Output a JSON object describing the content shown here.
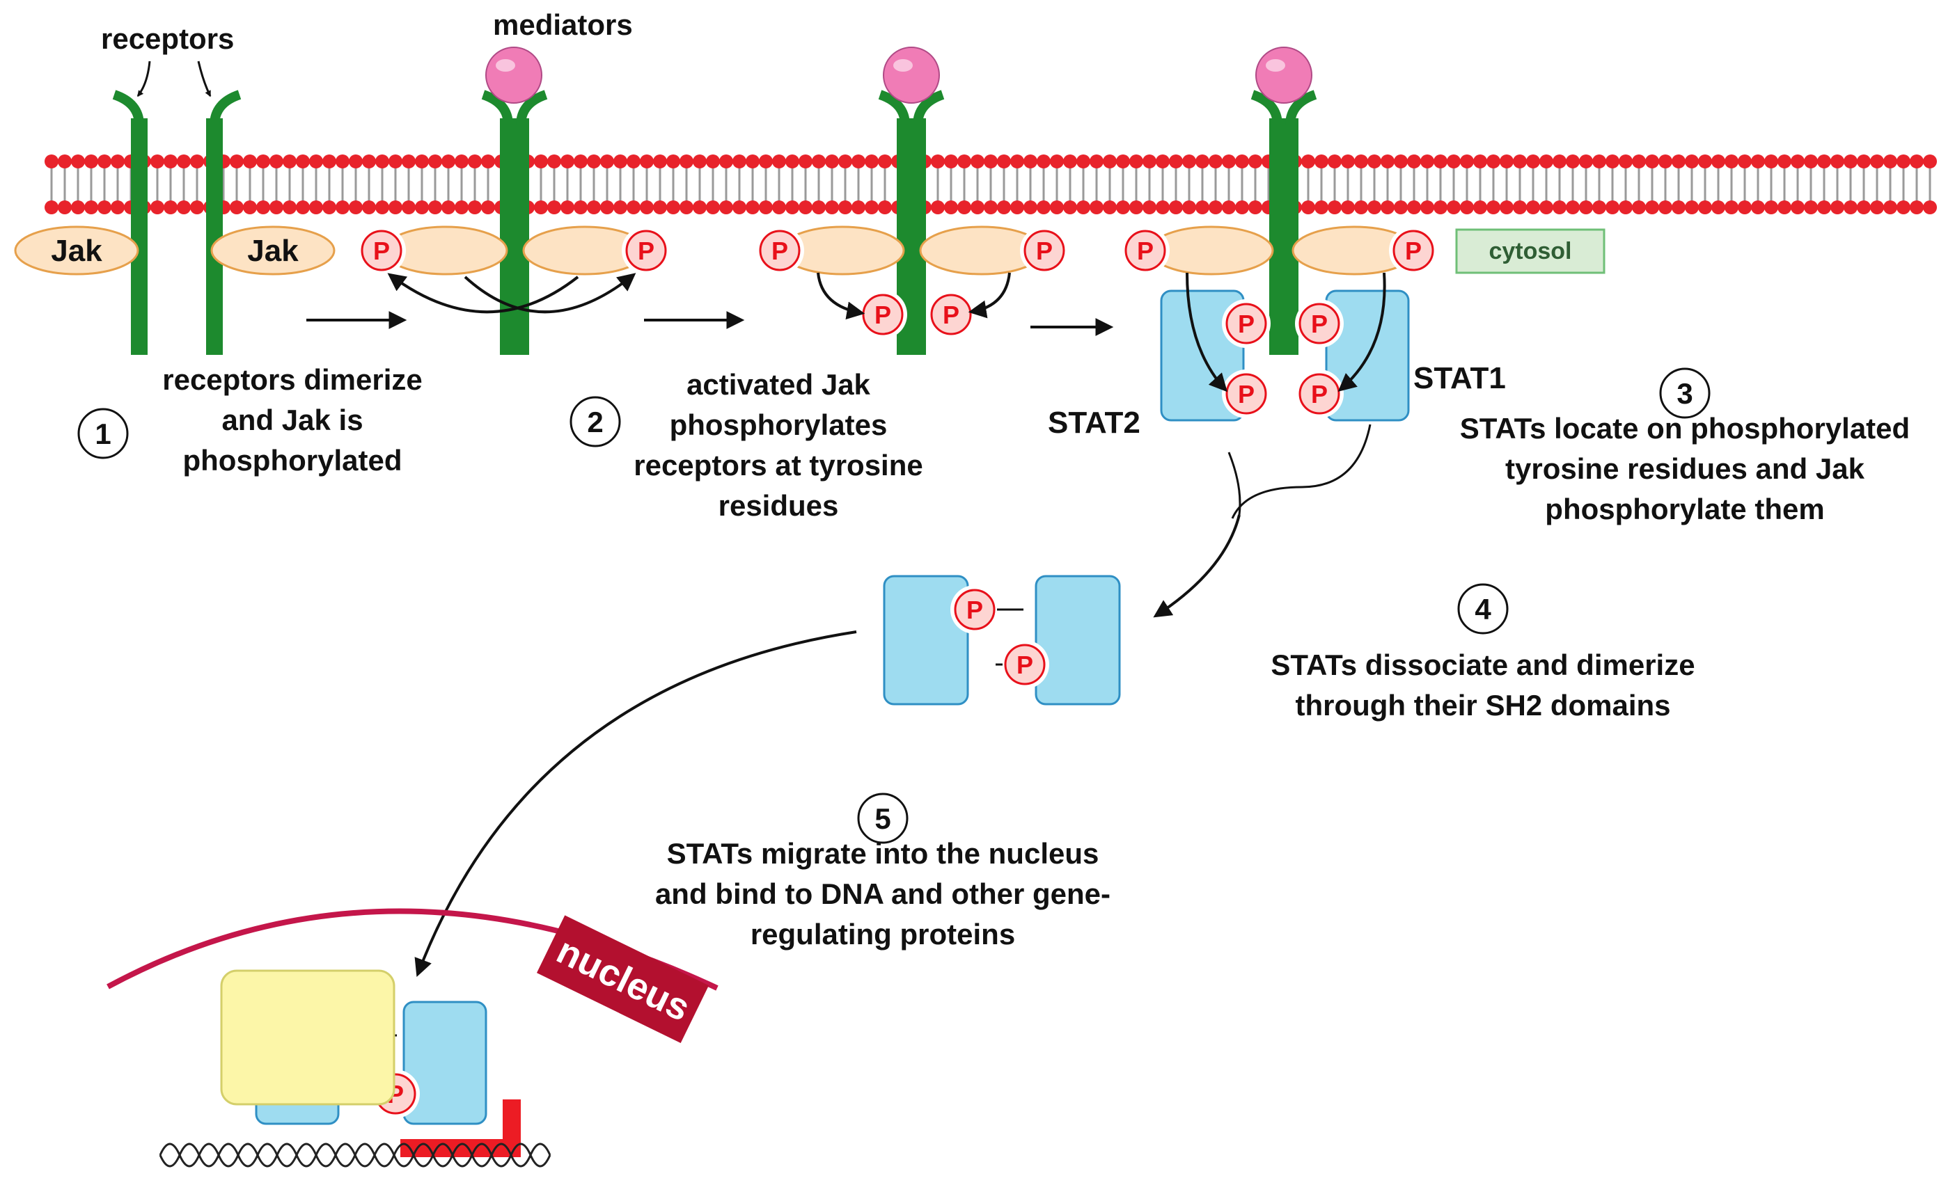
{
  "labels": {
    "receptors": "receptors",
    "mediators": "mediators",
    "jak": "Jak",
    "phospho": "P",
    "cytosol": "cytosol",
    "stat1": "STAT1",
    "stat2": "STAT2",
    "nucleus": "nucleus"
  },
  "steps": [
    {
      "number": "1",
      "lines": [
        "receptors dimerize",
        "and Jak is",
        "phosphorylated"
      ]
    },
    {
      "number": "2",
      "lines": [
        "activated Jak",
        "phosphorylates",
        "receptors at tyrosine",
        "residues"
      ]
    },
    {
      "number": "3",
      "lines": [
        "STATs locate on phosphorylated",
        "tyrosine residues and Jak",
        "phosphorylate them"
      ]
    },
    {
      "number": "4",
      "lines": [
        "STATs dissociate and dimerize",
        "through their SH2 domains"
      ]
    },
    {
      "number": "5",
      "lines": [
        "STATs migrate into the nucleus",
        "and bind to DNA and other gene-",
        "regulating proteins"
      ]
    }
  ],
  "colors": {
    "membrane_head": "#e8232b",
    "receptor": "#1d8a2e",
    "jak_fill": "#fde3c4",
    "jak_stroke": "#e6a04b",
    "mediator": "#f07cb6",
    "stat_fill": "#9edcf0",
    "stat_stroke": "#2f8fc4",
    "phospho_fill": "#fdd5d2",
    "phospho_text": "#e8101a",
    "cytosol_fill": "#d9ecd5",
    "cytosol_stroke": "#6fbf77",
    "nucleus_line": "#c4164a",
    "nucleus_tag": "#b3102f",
    "protein_yellow": "#fcf6a8",
    "protein_red": "#ec1c24"
  }
}
